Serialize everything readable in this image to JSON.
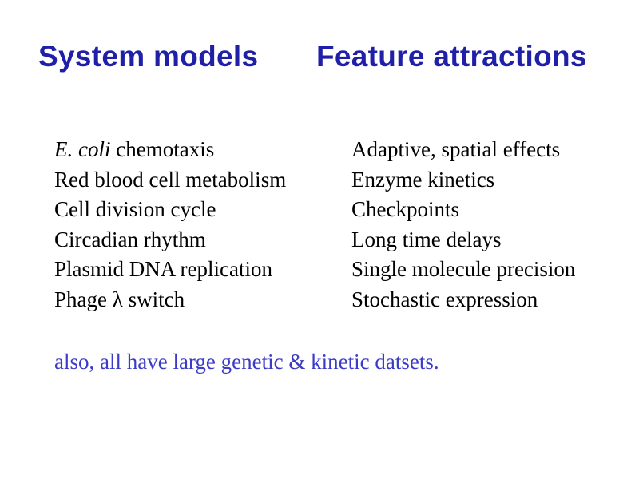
{
  "headings": {
    "left": "System models",
    "right": "Feature attractions"
  },
  "rows": [
    {
      "model_italic": "E. coli",
      "model_rest": " chemotaxis",
      "feature": "Adaptive, spatial effects"
    },
    {
      "model_italic": "",
      "model_rest": "Red blood cell metabolism",
      "feature": "Enzyme kinetics"
    },
    {
      "model_italic": "",
      "model_rest": "Cell division cycle",
      "feature": "Checkpoints"
    },
    {
      "model_italic": "",
      "model_rest": "Circadian rhythm",
      "feature": "Long time delays"
    },
    {
      "model_italic": "",
      "model_rest": "Plasmid DNA replication",
      "feature": "Single molecule precision"
    },
    {
      "model_italic": "",
      "model_rest": "Phage λ switch",
      "feature": "Stochastic expression"
    }
  ],
  "footer": "also, all have large genetic & kinetic datsets.",
  "colors": {
    "heading": "#1f1fa8",
    "footer": "#3b3bc8",
    "text": "#000000",
    "background": "#ffffff"
  }
}
